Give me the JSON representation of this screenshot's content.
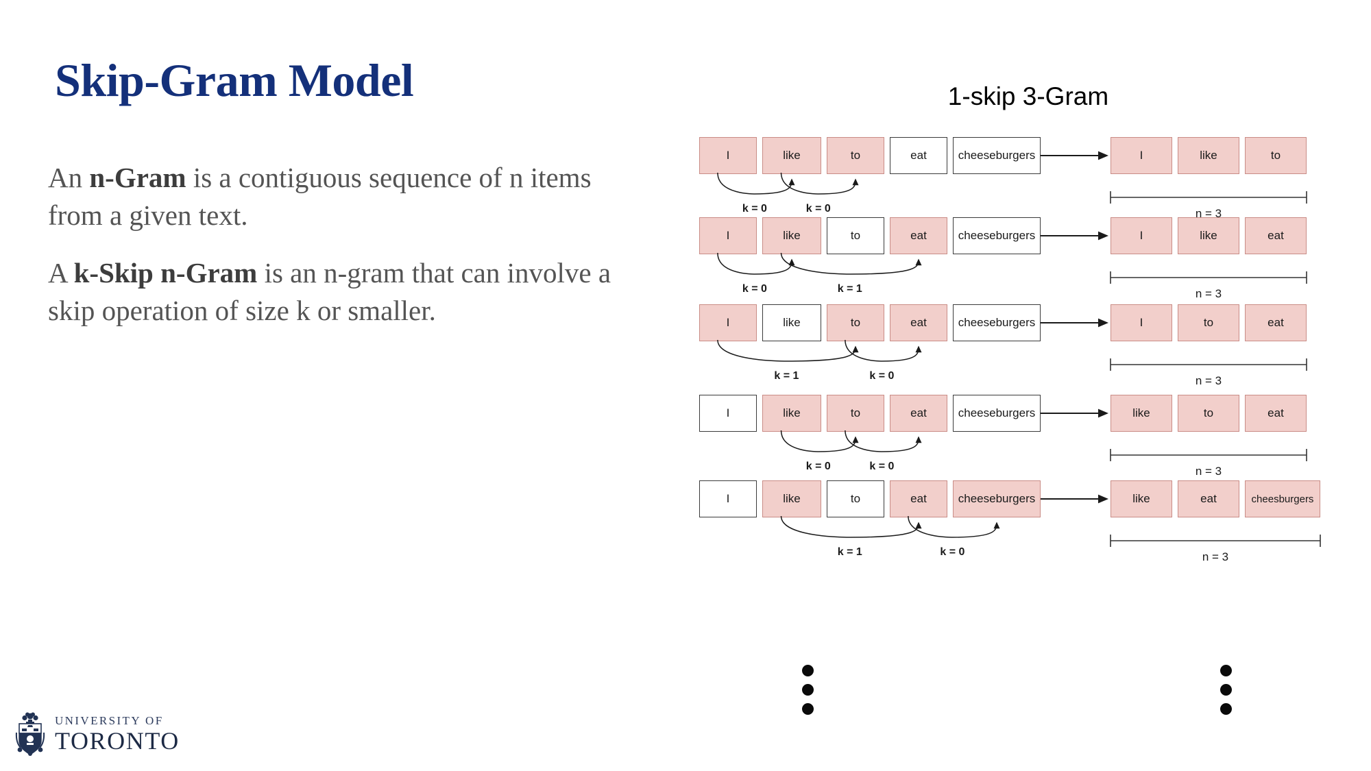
{
  "slide": {
    "title": "Skip-Gram Model",
    "paragraphs": [
      {
        "pre": "An ",
        "bold": "n-Gram",
        "post": "  is a contiguous sequence of n items from a given text."
      },
      {
        "pre": "A ",
        "bold": "k-Skip n-Gram",
        "post": "  is an n-gram that can involve a skip operation of size k or smaller."
      }
    ]
  },
  "logo": {
    "line1": "UNIVERSITY OF",
    "line2": "TORONTO",
    "crest_color": "#223354",
    "wordmark_color": "#1d2a45"
  },
  "diagram": {
    "title": "1-skip 3-Gram",
    "highlight_fill": "#f2cfcb",
    "highlight_border": "#c98c86",
    "plain_border": "#3a3a3a",
    "n_label": "n = 3",
    "ellipsis_symbol": "vertical-ellipsis",
    "sentence": [
      "I",
      "like",
      "to",
      "eat",
      "cheeseburgers"
    ],
    "rows": [
      {
        "sequence": [
          {
            "label": "I",
            "highlighted": true
          },
          {
            "label": "like",
            "highlighted": true
          },
          {
            "label": "to",
            "highlighted": true
          },
          {
            "label": "eat",
            "highlighted": false
          },
          {
            "label": "cheeseburgers",
            "highlighted": false
          }
        ],
        "arcs": [
          {
            "from": 0,
            "to": 1,
            "label": "k = 0"
          },
          {
            "from": 1,
            "to": 2,
            "label": "k = 0"
          }
        ],
        "output": [
          "I",
          "like",
          "to"
        ],
        "n_label": "n = 3"
      },
      {
        "sequence": [
          {
            "label": "I",
            "highlighted": true
          },
          {
            "label": "like",
            "highlighted": true
          },
          {
            "label": "to",
            "highlighted": false
          },
          {
            "label": "eat",
            "highlighted": true
          },
          {
            "label": "cheeseburgers",
            "highlighted": false
          }
        ],
        "arcs": [
          {
            "from": 0,
            "to": 1,
            "label": "k = 0"
          },
          {
            "from": 1,
            "to": 3,
            "label": "k = 1"
          }
        ],
        "output": [
          "I",
          "like",
          "eat"
        ],
        "n_label": "n = 3"
      },
      {
        "sequence": [
          {
            "label": "I",
            "highlighted": true
          },
          {
            "label": "like",
            "highlighted": false
          },
          {
            "label": "to",
            "highlighted": true
          },
          {
            "label": "eat",
            "highlighted": true
          },
          {
            "label": "cheeseburgers",
            "highlighted": false
          }
        ],
        "arcs": [
          {
            "from": 0,
            "to": 2,
            "label": "k = 1"
          },
          {
            "from": 2,
            "to": 3,
            "label": "k = 0"
          }
        ],
        "output": [
          "I",
          "to",
          "eat"
        ],
        "n_label": "n = 3"
      },
      {
        "sequence": [
          {
            "label": "I",
            "highlighted": false
          },
          {
            "label": "like",
            "highlighted": true
          },
          {
            "label": "to",
            "highlighted": true
          },
          {
            "label": "eat",
            "highlighted": true
          },
          {
            "label": "cheeseburgers",
            "highlighted": false
          }
        ],
        "arcs": [
          {
            "from": 1,
            "to": 2,
            "label": "k = 0"
          },
          {
            "from": 2,
            "to": 3,
            "label": "k = 0"
          }
        ],
        "output": [
          "like",
          "to",
          "eat"
        ],
        "n_label": "n = 3"
      },
      {
        "sequence": [
          {
            "label": "I",
            "highlighted": false
          },
          {
            "label": "like",
            "highlighted": true
          },
          {
            "label": "to",
            "highlighted": false
          },
          {
            "label": "eat",
            "highlighted": true
          },
          {
            "label": "cheeseburgers",
            "highlighted": true
          }
        ],
        "arcs": [
          {
            "from": 1,
            "to": 3,
            "label": "k = 1"
          },
          {
            "from": 3,
            "to": 4,
            "label": "k = 0"
          }
        ],
        "output": [
          "like",
          "eat",
          "cheesburgers"
        ],
        "n_label": "n = 3"
      }
    ]
  }
}
